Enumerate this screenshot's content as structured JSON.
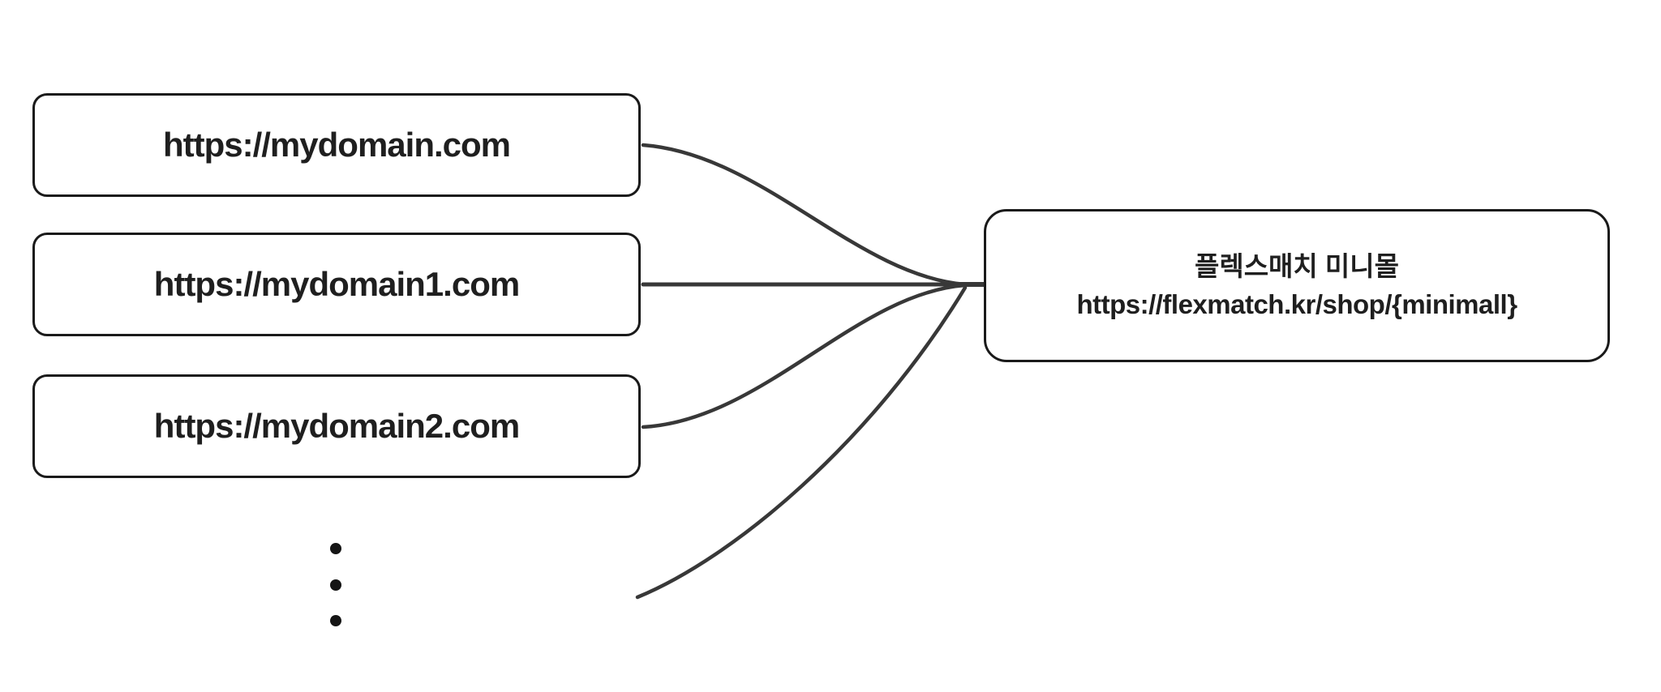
{
  "diagram": {
    "source_nodes": [
      {
        "label": "https://mydomain.com"
      },
      {
        "label": "https://mydomain1.com"
      },
      {
        "label": "https://mydomain2.com"
      }
    ],
    "ellipsis_icon": "vertical-ellipsis",
    "target_node": {
      "title": "플렉스매치 미니몰",
      "url": "https://flexmatch.kr/shop/{minimall}"
    },
    "colors": {
      "background": "#ffffff",
      "node_fill": "#ffffff",
      "node_border": "#1a1a1a",
      "connector": "#383838",
      "text": "#1f1f1f",
      "dot": "#151515"
    }
  }
}
